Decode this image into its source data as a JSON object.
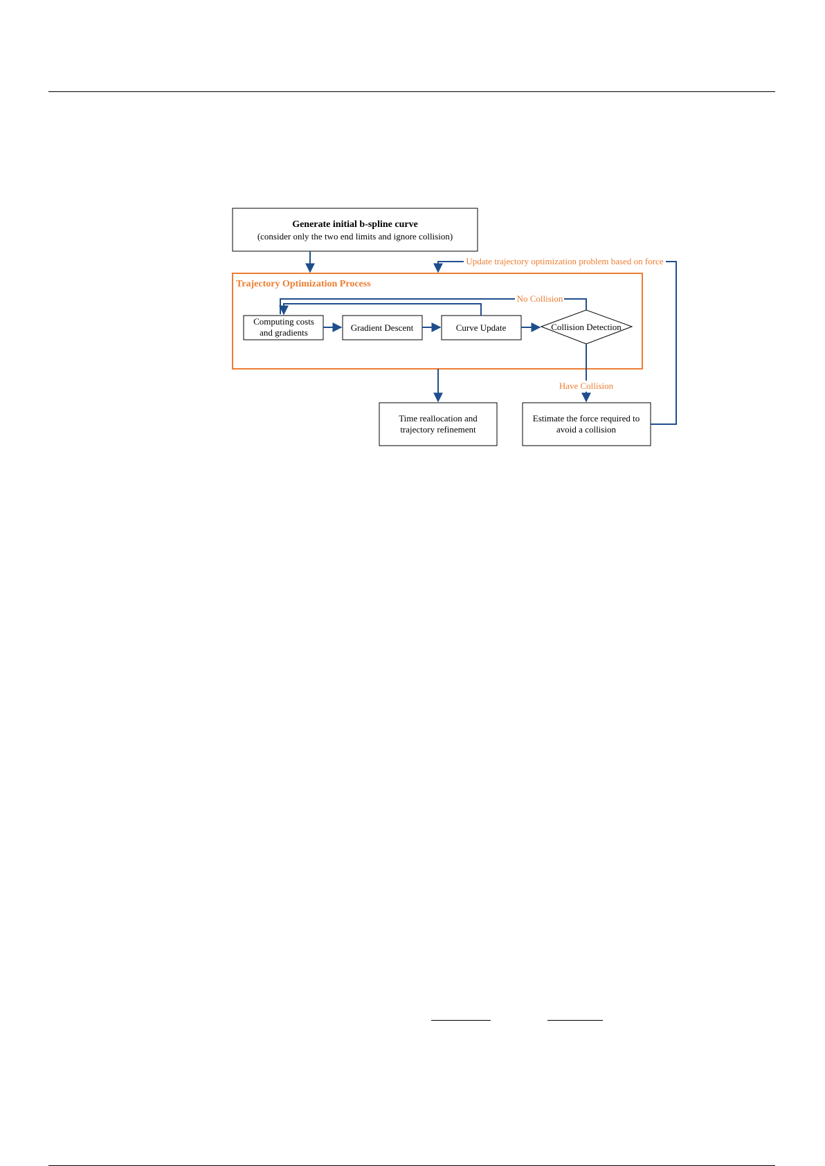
{
  "diagram": {
    "top_box": {
      "title": "Generate initial b-spline curve",
      "subtitle": "(consider only the two end limits and ignore collision)"
    },
    "process_label": "Trajectory Optimization Process",
    "nodes": {
      "computing_line1": "Computing costs",
      "computing_line2": "and gradients",
      "gradient_descent": "Gradient Descent",
      "curve_update": "Curve Update",
      "collision_detection": "Collision Detection",
      "time_realloc_line1": "Time reallocation and",
      "time_realloc_line2": "trajectory refinement",
      "estimate_line1": "Estimate the force required to",
      "estimate_line2": "avoid a collision"
    },
    "edge_labels": {
      "no_collision": "No Collision",
      "have_collision": "Have Collision",
      "update_problem": "Update trajectory optimization problem based on force"
    },
    "colors": {
      "arrow": "#1f4e8c",
      "accent": "#ed7d31"
    }
  }
}
